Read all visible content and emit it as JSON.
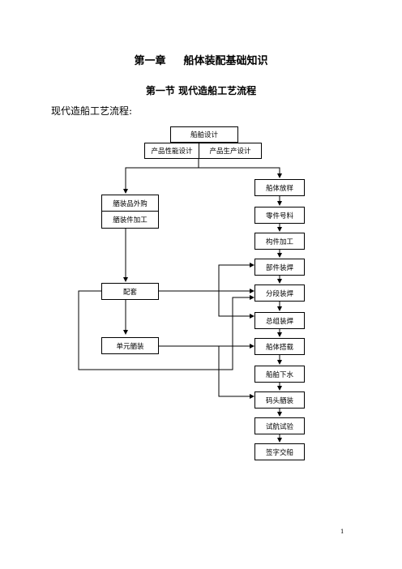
{
  "header": {
    "chapter_number": "第一章",
    "chapter_title": "船体装配基础知识",
    "section_title": "第一节 现代造船工艺流程",
    "intro": "现代造船工艺流程:"
  },
  "flowchart": {
    "ship_design": "船舶设计",
    "product_performance_design": "产品性能设计",
    "product_production_design": "产品生产设计",
    "outfitting_purchase": "舾装品外购",
    "outfitting_parts_processing": "舾装件加工",
    "matching": "配套",
    "unit_outfitting": "单元舾装",
    "hull_lofting": "船体放样",
    "part_marking": "零件号料",
    "component_processing": "构件加工",
    "subassembly_welding": "部件装焊",
    "block_welding": "分段装焊",
    "grand_block_welding": "总组装焊",
    "hull_erection": "船体搭载",
    "ship_launching": "船舶下水",
    "quay_outfitting": "码头舾装",
    "sea_trial": "试航试验",
    "signing_delivery": "签字交船"
  },
  "footer": {
    "page_number": "1"
  }
}
